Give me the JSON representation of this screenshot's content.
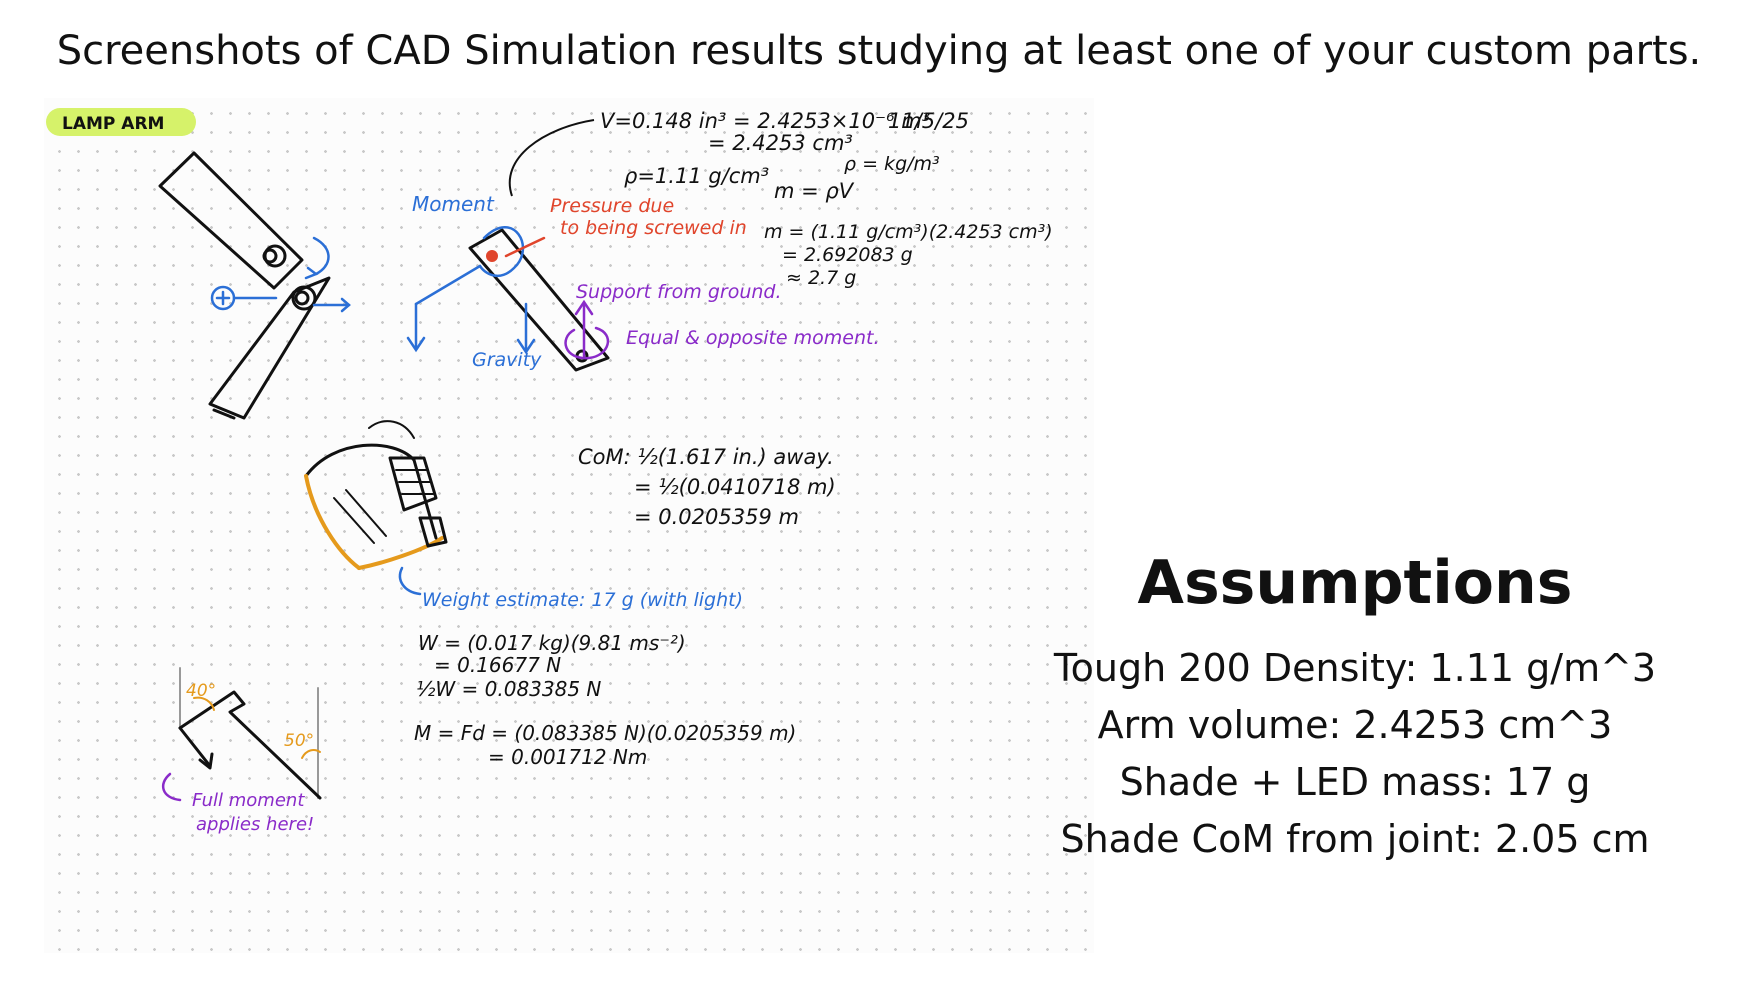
{
  "slide": {
    "title": "Screenshots of CAD Simulation results studying at least one of your custom parts."
  },
  "notes": {
    "tag": "LAMP ARM",
    "date": "11/5/25",
    "volume_line1": "V=0.148 in³ = 2.4253×10⁻⁶ m³",
    "volume_line2": "= 2.4253 cm³",
    "density": "ρ=1.11 g/cm³",
    "mass_formula": "m = ρV",
    "density_units": "ρ = kg/m³",
    "mass_calc1": "m = (1.11 g/cm³)(2.4253 cm³)",
    "mass_calc2": "= 2.692083 g",
    "mass_calc3": "≈ 2.7 g",
    "label_moment": "Moment",
    "label_pressure1": "Pressure due",
    "label_pressure2": "to being screwed in",
    "label_support": "Support from ground.",
    "label_equal": "Equal & opposite moment.",
    "label_gravity": "Gravity",
    "com_line1": "CoM: ½(1.617 in.) away.",
    "com_line2": "= ½(0.0410718 m)",
    "com_line3": "= 0.0205359 m",
    "weight_estimate": "Weight estimate: 17 g (with light)",
    "weight_line1": "W = (0.017 kg)(9.81 ms⁻²)",
    "weight_line2": "= 0.16677 N",
    "weight_line3": "½W = 0.083385 N",
    "moment_line1": "M = Fd = (0.083385 N)(0.0205359 m)",
    "moment_line2": "= 0.001712 Nm",
    "angle1": "40°",
    "angle2": "50°",
    "full_moment1": "Full moment",
    "full_moment2": "applies here!"
  },
  "assumptions": {
    "title": "Assumptions",
    "lines": [
      "Tough 200 Density: 1.11 g/m^3",
      "Arm volume: 2.4253 cm^3",
      "Shade + LED mass: 17 g",
      "Shade CoM from  joint: 2.05 cm"
    ]
  },
  "colors": {
    "ink_black": "#111111",
    "ink_blue": "#2b6fd6",
    "ink_red": "#e0452c",
    "ink_purple": "#8a2bc9",
    "ink_orange": "#e59a1c",
    "highlight_green": "#d6f26a"
  }
}
